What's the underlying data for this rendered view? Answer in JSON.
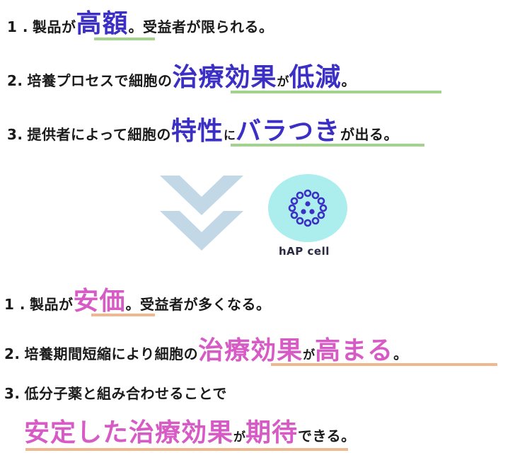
{
  "before": {
    "items": [
      {
        "num": "1 .",
        "pre": "製品が",
        "hl1": "高額",
        "post": "。受益者が限られる。"
      },
      {
        "num": "2.",
        "pre": "培養プロセスで細胞の",
        "hl1": "治療効果",
        "mid": "が",
        "hl2": "低減",
        "post": "。"
      },
      {
        "num": "3.",
        "pre": "提供者によって細胞の",
        "hl1": "特性",
        "mid": "に",
        "hl2": "バラつき",
        "post": "が出る。"
      }
    ],
    "highlight_color": "#3b2fc4",
    "underline_color": "#a2d38c"
  },
  "transition": {
    "arrow_icon": "double-chevron-down-icon",
    "arrow_color": "#c2d8e6",
    "cell_icon": "hap-cell-icon",
    "cell_bg_color": "#abeeed",
    "cell_dot_color": "#3b2fc4",
    "cell_label": "hAP cell"
  },
  "after": {
    "items": [
      {
        "num": "1 .",
        "pre": "製品が",
        "hl1": "安価",
        "post": "。受益者が多くなる。"
      },
      {
        "num": "2.",
        "pre": "培養期間短縮により細胞の",
        "hl1": "治療効果",
        "mid": "が",
        "hl2": "高まる",
        "post": "。"
      },
      {
        "num": "3.",
        "pre": "低分子薬と組み合わせることで",
        "line2_hl1": "安定した治療効果",
        "line2_mid": "が",
        "line2_hl2": "期待",
        "line2_post": "できる。"
      }
    ],
    "highlight_color": "#d65bc4",
    "underline_color": "#f0b88e"
  }
}
